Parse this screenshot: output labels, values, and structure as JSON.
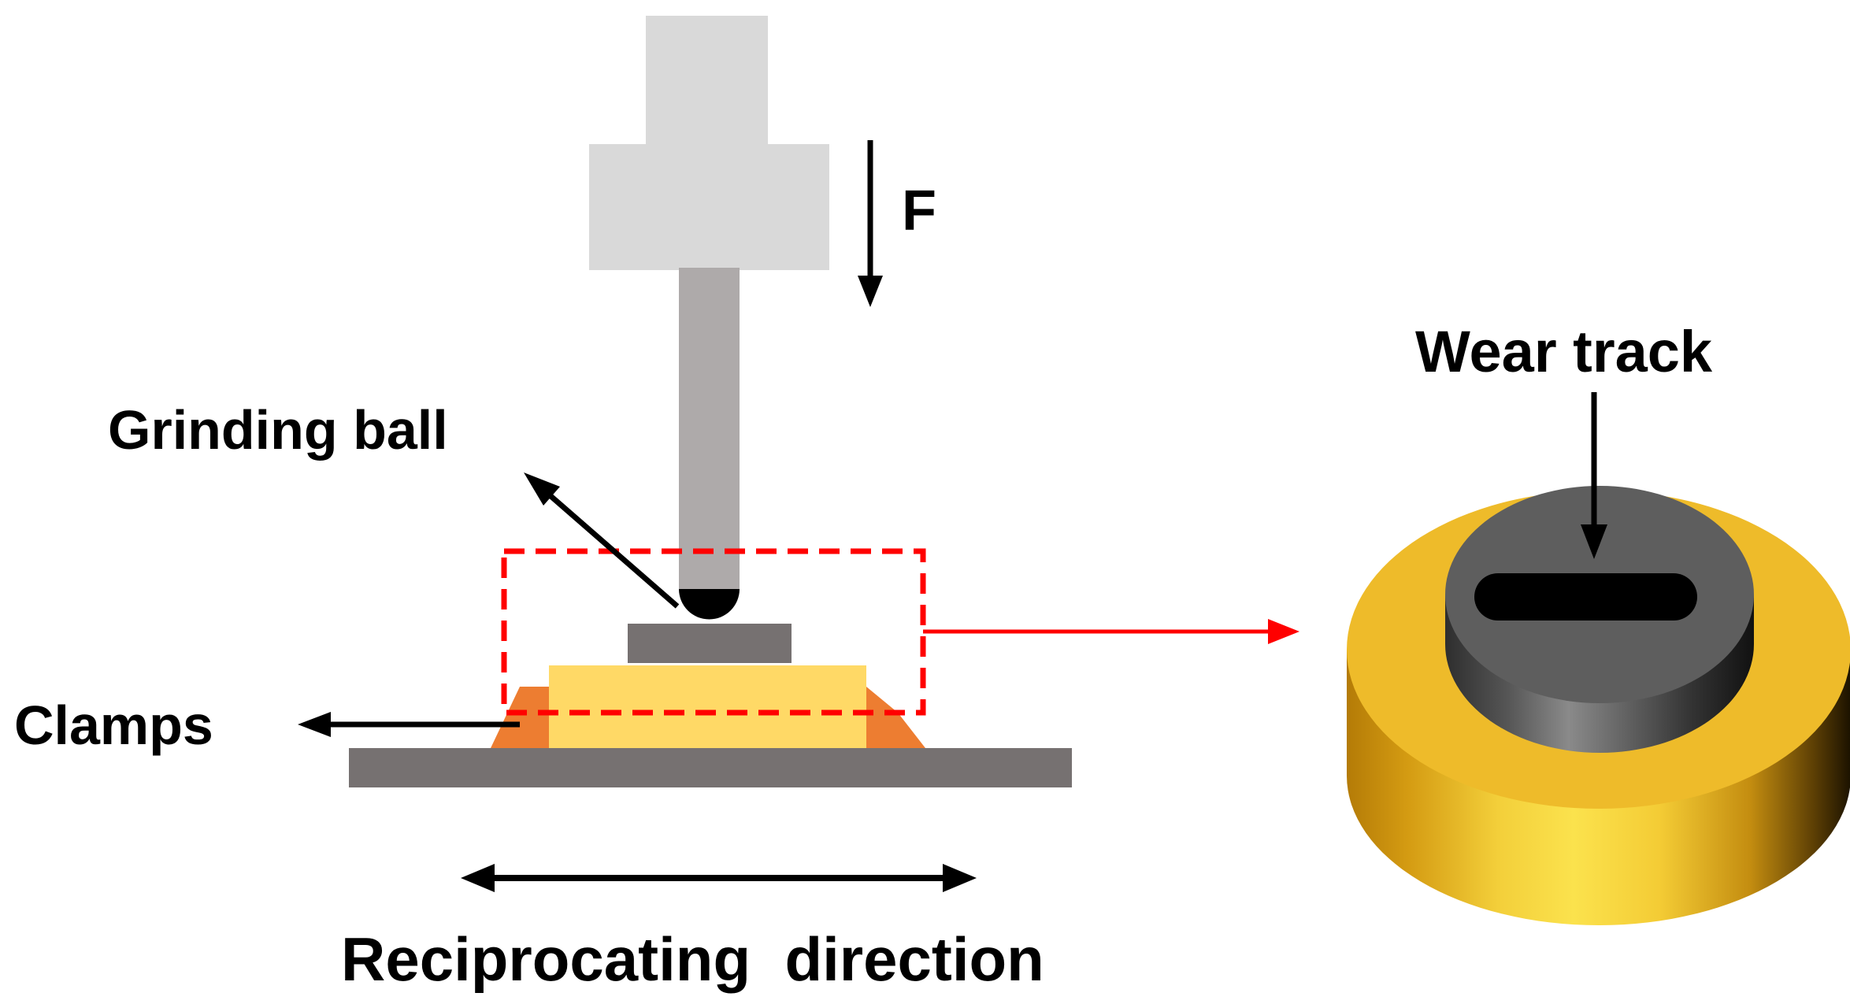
{
  "labels": {
    "force": "F",
    "grinding_ball": "Grinding ball",
    "clamps": "Clamps",
    "reciprocating_direction": "Reciprocating  direction",
    "wear_track": "Wear track"
  },
  "colors": {
    "holder_light": "#d9d9d9",
    "rod": "#aeaaaa",
    "ball": "#000000",
    "specimen_top": "#767171",
    "sample_block": "#ffd966",
    "clamp": "#ed7d31",
    "base_plate": "#767171",
    "highlight_box": "#ff0000",
    "disk_top": "#eebb2a",
    "disk_disc": "#5e5e5e",
    "wear_track": "#000000"
  }
}
